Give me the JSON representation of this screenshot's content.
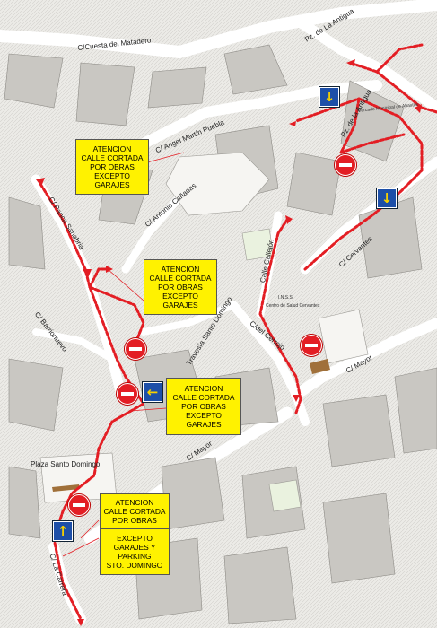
{
  "streets": {
    "cuesta_matadero": "C/Cuesta del Matadero",
    "pz_antigua": "Pz. de La Antigua",
    "pza_antigua": "Pz. de la Antigua",
    "mercado": "Mercado Municipal de Abastos",
    "angel_martin_puebla": "C/ Angel Martín Puebla",
    "antonio_canadas": "C/ Antonio Cañadas",
    "panca_sanabria": "C/ Panca Sanabria",
    "cervantes": "C/ Cervantes",
    "calle_callejon": "Calle Callejón",
    "barrionuevo": "C/ Barrionuevo",
    "travesia_santo_domingo": "Travesía Santo Domingo",
    "inss": "I.N.S.S.",
    "centro_salud": "Centro de Salud Cervantes",
    "del_cerrojo": "C/del Cerrojo",
    "mayor_east": "C/ Mayor",
    "mayor_south": "C/ Mayor",
    "plaza_santo_domingo": "Plaza Santo Domingo",
    "la_carrera": "C/ La Carrera"
  },
  "notices": [
    {
      "lines": [
        "ATENCION",
        "CALLE CORTADA",
        "POR OBRAS",
        "EXCEPTO",
        "GARAJES"
      ]
    },
    {
      "lines": [
        "ATENCION",
        "CALLE CORTADA",
        "POR OBRAS",
        "EXCEPTO",
        "GARAJES"
      ]
    },
    {
      "lines": [
        "ATENCION",
        "CALLE CORTADA",
        "POR OBRAS",
        "EXCEPTO",
        "GARAJES"
      ]
    },
    {
      "lines": [
        "ATENCION",
        "CALLE CORTADA",
        "POR OBRAS"
      ]
    },
    {
      "lines": [
        "EXCEPTO",
        "GARAJES Y",
        "PARKING",
        "STO. DOMINGO"
      ]
    }
  ],
  "icons": {
    "no_entry": "no-entry-sign-icon",
    "mandatory_direction": "mandatory-direction-sign-icon"
  },
  "colors": {
    "route": "#e31e24",
    "notice_fill": "#fff200",
    "sign_blue": "#1d4fa8",
    "sign_red": "#e31e24"
  }
}
